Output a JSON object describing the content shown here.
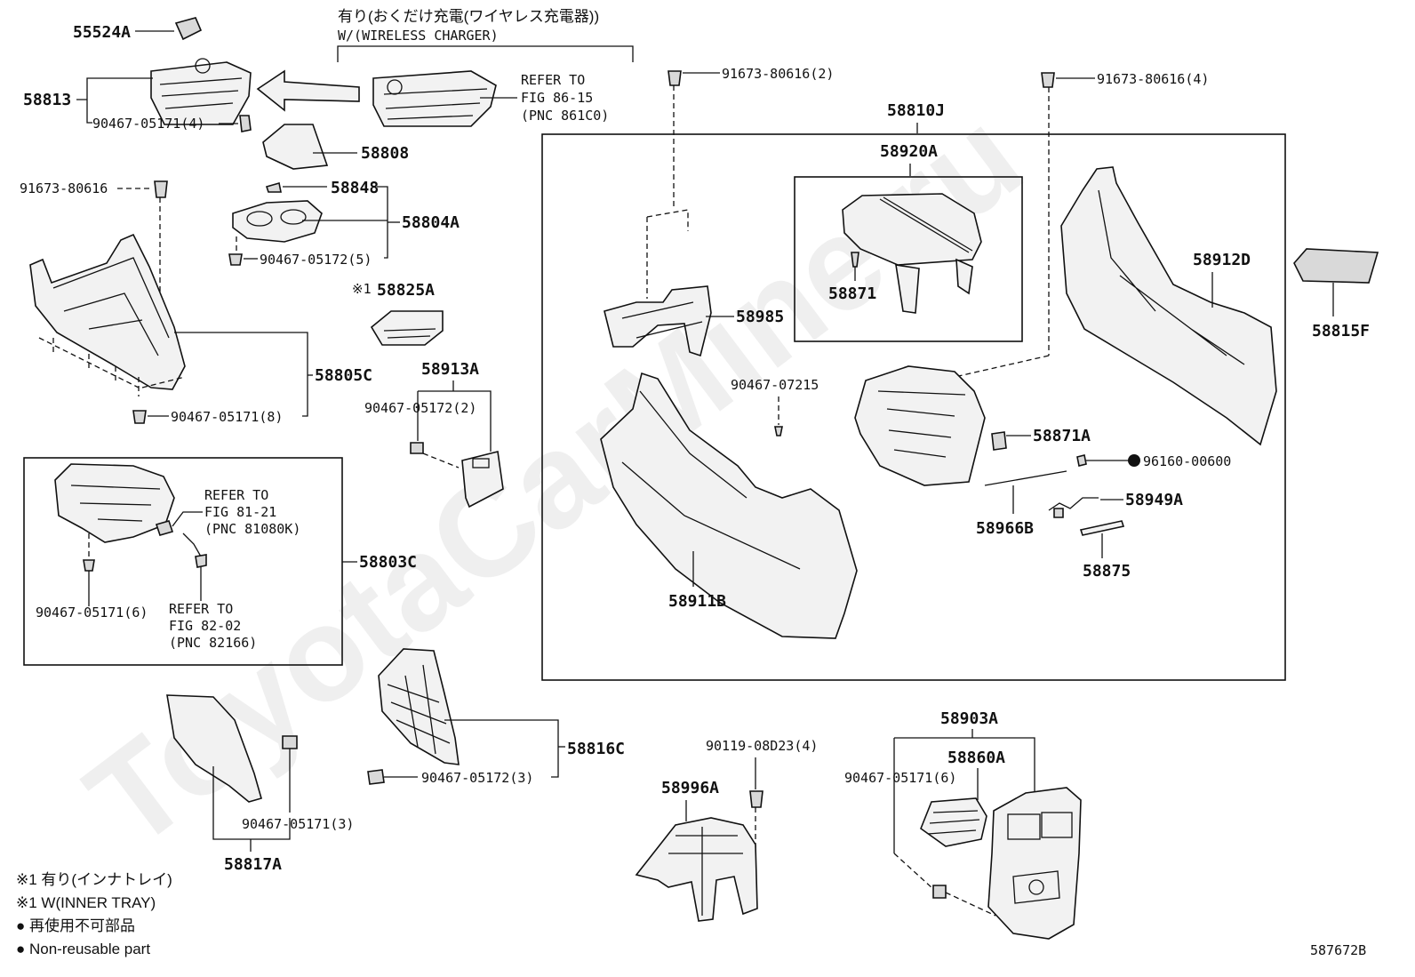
{
  "watermark": "ToyotaCarMine.ru",
  "header": {
    "jp": "有り(おくだけ充電(ワイヤレス充電器))",
    "en": "W/(WIRELESS CHARGER)"
  },
  "refers": {
    "r1": [
      "REFER TO",
      "FIG 86-15",
      "(PNC 861C0)"
    ],
    "r2": [
      "REFER TO",
      "FIG 81-21",
      "(PNC 81080K)"
    ],
    "r3": [
      "REFER TO",
      "FIG 82-02",
      "(PNC 82166)"
    ]
  },
  "labels": {
    "p55524A": "55524A",
    "p58813": "58813",
    "p9046705171_4": "90467-05171(4)",
    "p58808": "58808",
    "p9167380616_top": "91673-80616(2)",
    "p9167380616_right": "91673-80616(4)",
    "p9167380616_left": "91673-80616",
    "p58848": "58848",
    "p58804A": "58804A",
    "p9046705172_5": "90467-05172(5)",
    "p58825A": "58825A",
    "mark1": "※1",
    "p58805C": "58805C",
    "p9046705171_8": "90467-05171(8)",
    "p58913A": "58913A",
    "p9046705172_2": "90467-05172(2)",
    "p58803C": "58803C",
    "p9046705171_6a": "90467-05171(6)",
    "p58810J": "58810J",
    "p58920A": "58920A",
    "p58871": "58871",
    "p58985": "58985",
    "p58912D": "58912D",
    "p58815F": "58815F",
    "p9046707215": "90467-07215",
    "p58871A": "58871A",
    "p9616000600": "96160-00600",
    "p58949A": "58949A",
    "p58966B": "58966B",
    "p58875": "58875",
    "p58911B": "58911B",
    "p58816C": "58816C",
    "p9046705172_3": "90467-05172(3)",
    "p9046705171_3": "90467-05171(3)",
    "p58817A": "58817A",
    "p9011908D23": "90119-08D23(4)",
    "p58996A": "58996A",
    "p58903A": "58903A",
    "p58860A": "58860A",
    "p9046705171_6b": "90467-05171(6)"
  },
  "legend": {
    "line1": "※1 有り(インナトレイ)",
    "line2": "※1 W(INNER TRAY)",
    "line3": "● 再使用不可部品",
    "line4": "● Non-reusable part"
  },
  "figure_code": "587672B"
}
